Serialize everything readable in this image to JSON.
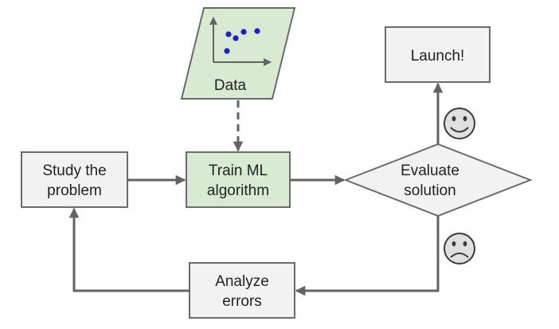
{
  "nodes": {
    "data": {
      "label": "Data"
    },
    "study": {
      "line1": "Study the",
      "line2": "problem"
    },
    "train": {
      "line1": "Train ML",
      "line2": "algorithm"
    },
    "evaluate": {
      "line1": "Evaluate",
      "line2": "solution"
    },
    "launch": {
      "label": "Launch!"
    },
    "analyze": {
      "line1": "Analyze",
      "line2": "errors"
    }
  },
  "icons": {
    "success": "happy-face-icon",
    "failure": "sad-face-icon",
    "data_plot": "scatter-plot-icon"
  },
  "colors": {
    "box_fill": "#f2f2f2",
    "highlight_fill": "#d9ead3",
    "stroke": "#6b6b6b",
    "data_points": "#1c1cd8"
  }
}
